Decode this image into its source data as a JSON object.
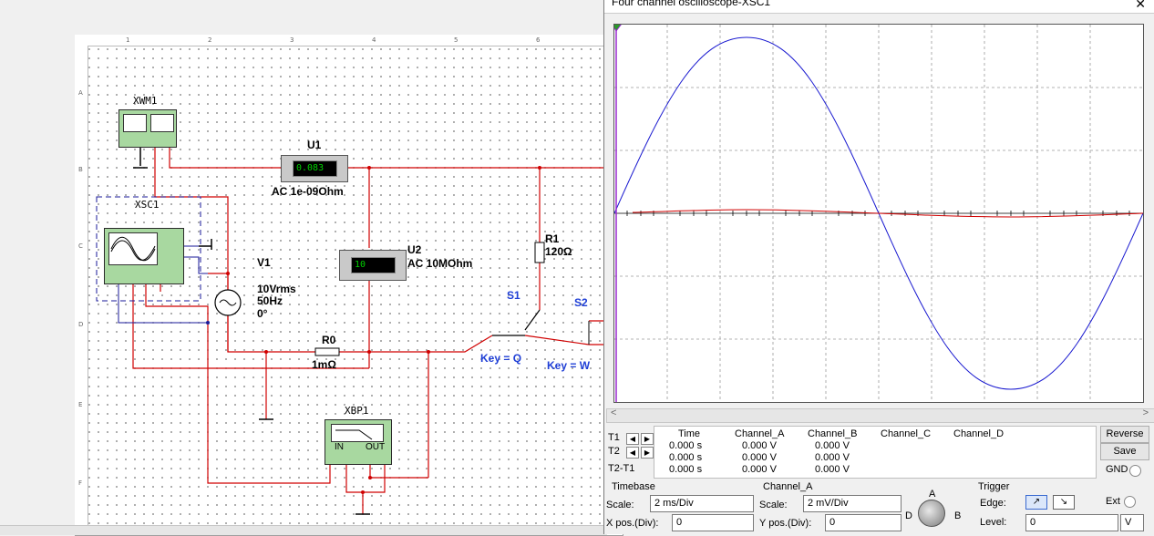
{
  "schematic": {
    "ruler_cols": [
      "1",
      "2",
      "3",
      "4",
      "5",
      "6"
    ],
    "ruler_rows": [
      "A",
      "B",
      "C",
      "D",
      "E",
      "F"
    ],
    "xwm1_label": "XWM1",
    "xsc1_label": "XSC1",
    "u1": {
      "name": "U1",
      "display": "0.083",
      "desc": "AC  1e-09Ohm"
    },
    "u2": {
      "name": "U2",
      "display": "10",
      "desc": "AC  10MOhm"
    },
    "v1": {
      "name": "V1",
      "line1": "10Vrms",
      "line2": "50Hz",
      "line3": "0°"
    },
    "r0": {
      "name": "R0",
      "value": "1mΩ"
    },
    "r1": {
      "name": "R1",
      "value": "120Ω"
    },
    "s1": {
      "name": "S1",
      "key": "Key = Q"
    },
    "s2": {
      "name": "S2",
      "key": "Key = W"
    },
    "xbp1": {
      "name": "XBP1",
      "in": "IN",
      "out": "OUT"
    }
  },
  "scope": {
    "title": "Four channel oscilloscope-XSC1",
    "readout": {
      "rows": [
        "T1",
        "T2",
        "T2-T1"
      ],
      "headers": [
        "Time",
        "Channel_A",
        "Channel_B",
        "Channel_C",
        "Channel_D"
      ],
      "time": [
        "0.000 s",
        "0.000 s",
        "0.000 s"
      ],
      "channel_a": [
        "0.000 V",
        "0.000 V",
        "0.000 V"
      ],
      "channel_b": [
        "0.000 V",
        "0.000 V",
        "0.000 V"
      ]
    },
    "buttons": {
      "reverse": "Reverse",
      "save": "Save",
      "gnd": "GND"
    },
    "timebase": {
      "title": "Timebase",
      "scale_label": "Scale:",
      "scale": "2 ms/Div",
      "xpos_label": "X pos.(Div):",
      "xpos": "0"
    },
    "channel": {
      "title": "Channel_A",
      "scale_label": "Scale:",
      "scale": "2 mV/Div",
      "ypos_label": "Y pos.(Div):",
      "ypos": "0"
    },
    "knob": {
      "a": "A",
      "b": "B",
      "d": "D"
    },
    "trigger": {
      "title": "Trigger",
      "edge_label": "Edge:",
      "ext_label": "Ext",
      "level_label": "Level:",
      "level": "0",
      "level_unit": "V"
    }
  },
  "colors": {
    "wire": "#d00000",
    "trace_a": "#1a1ad0",
    "trace_b": "#d00000",
    "cursor": "#9a2ad0",
    "lcd_text": "#00d000"
  }
}
